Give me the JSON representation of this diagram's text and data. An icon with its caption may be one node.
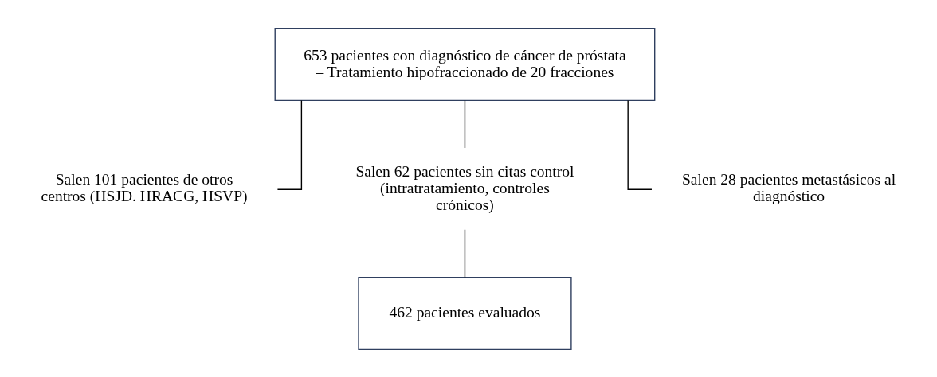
{
  "diagram": {
    "nodes": [
      {
        "text": [
          "653 pacientes con diagnóstico de cáncer de próstata – Tratamiento hipofraccionado de 20 fracciones"
        ]
      },
      {
        "text": [
          "Salen 101 pacientes de otros centros (HSJD. HRACG, HSVP)"
        ]
      },
      {
        "text": [
          "Salen 62 pacientes sin citas control (intratratamiento, controles crónicos)"
        ]
      },
      {
        "text": [
          "Salen 28 pacientes metastásicos al diagnóstico"
        ]
      },
      {
        "text": [
          "462 pacientes evaluados"
        ]
      }
    ],
    "edges": [
      {
        "from": 0,
        "to": 1,
        "arrow": "none"
      },
      {
        "from": 0,
        "to": 2,
        "arrow": "none"
      },
      {
        "from": 0,
        "to": 3,
        "arrow": "none"
      },
      {
        "from": 2,
        "to": 4,
        "arrow": "none"
      }
    ]
  }
}
